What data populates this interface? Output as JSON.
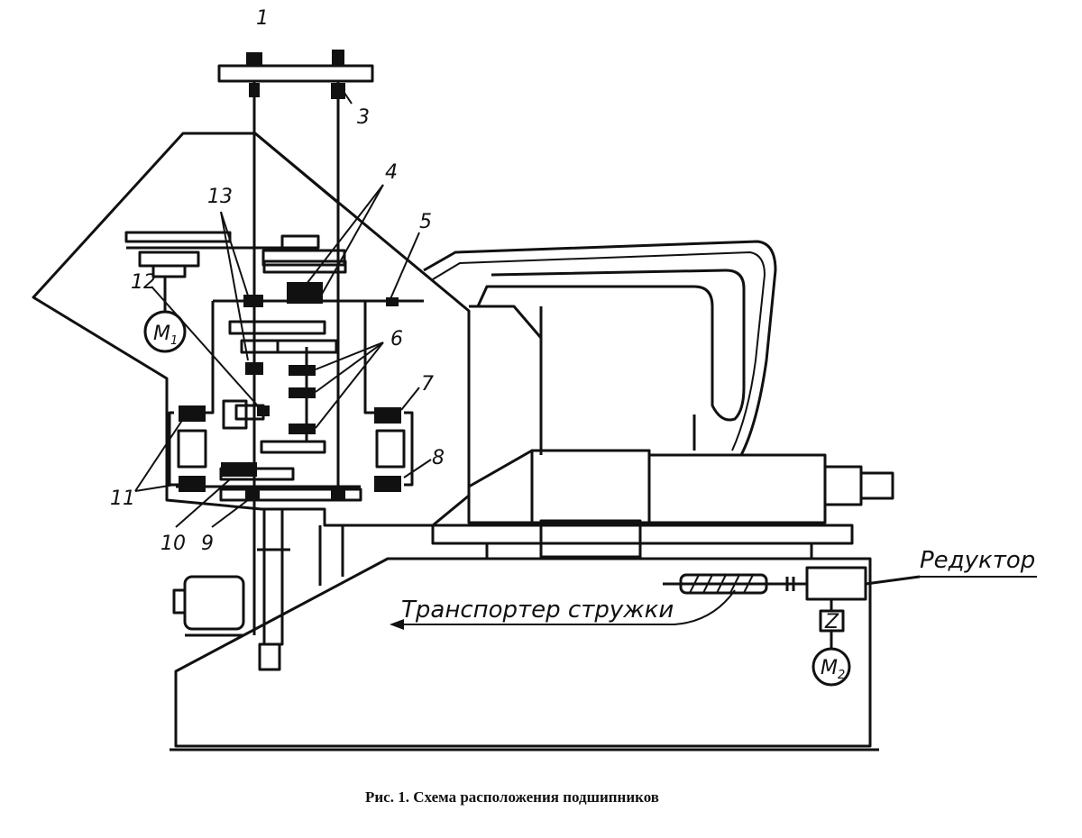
{
  "figure": {
    "caption": "Рис. 1. Схема расположения подшипников",
    "callouts": [
      "1",
      "3",
      "4",
      "5",
      "6",
      "7",
      "8",
      "9",
      "10",
      "11",
      "12",
      "13"
    ],
    "motors": {
      "m1": {
        "letter": "M",
        "sub": "1"
      },
      "m2": {
        "letter": "M",
        "sub": "2"
      }
    },
    "reducer_label": "Редуктор",
    "conveyor_label": "Транспортер стружки",
    "z_label": "Z"
  }
}
